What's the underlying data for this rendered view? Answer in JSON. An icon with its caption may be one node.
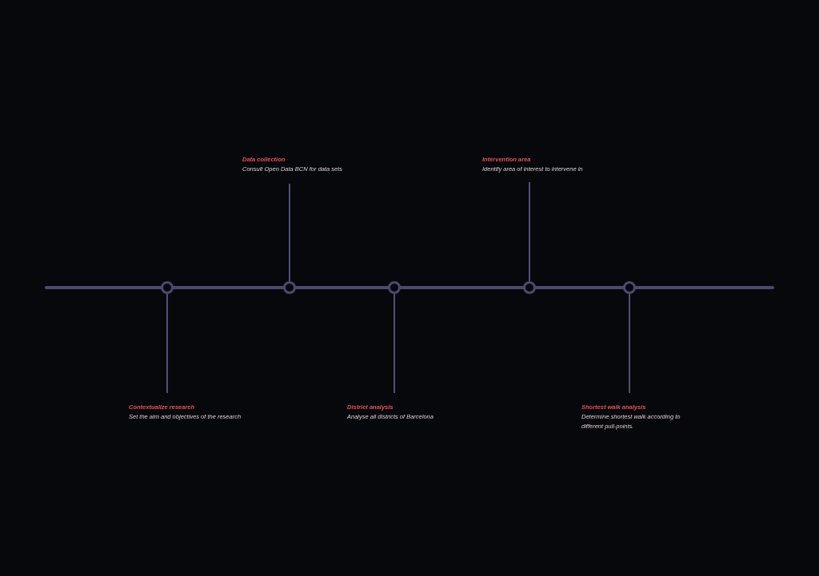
{
  "diagram": {
    "nodes": [
      {
        "text": [
          "Contextualize research",
          "Set the aim and objectives of the research"
        ]
      },
      {
        "text": [
          "Data collection",
          "Consult Open Data BCN for data sets"
        ]
      },
      {
        "text": [
          "District analysis",
          "Analyse all districts of Barcelona"
        ]
      },
      {
        "text": [
          "Intervention area",
          "Identify area of interest to intervene in"
        ]
      },
      {
        "text": [
          "Shortest walk analysis",
          "Determine shortest walk according to different pull-points."
        ]
      },
      {
        "text": [],
        "shape": "circle"
      },
      {
        "text": [],
        "shape": "circle"
      },
      {
        "text": [],
        "shape": "circle"
      },
      {
        "text": [],
        "shape": "circle"
      },
      {
        "text": [],
        "shape": "circle"
      }
    ],
    "edges": [
      {
        "from": 0,
        "to": 5,
        "arrow": "none"
      },
      {
        "from": 1,
        "to": 6,
        "arrow": "none"
      },
      {
        "from": 2,
        "to": 7,
        "arrow": "none"
      },
      {
        "from": 3,
        "to": 8,
        "arrow": "none"
      },
      {
        "from": 4,
        "to": 9,
        "arrow": "none"
      }
    ]
  }
}
